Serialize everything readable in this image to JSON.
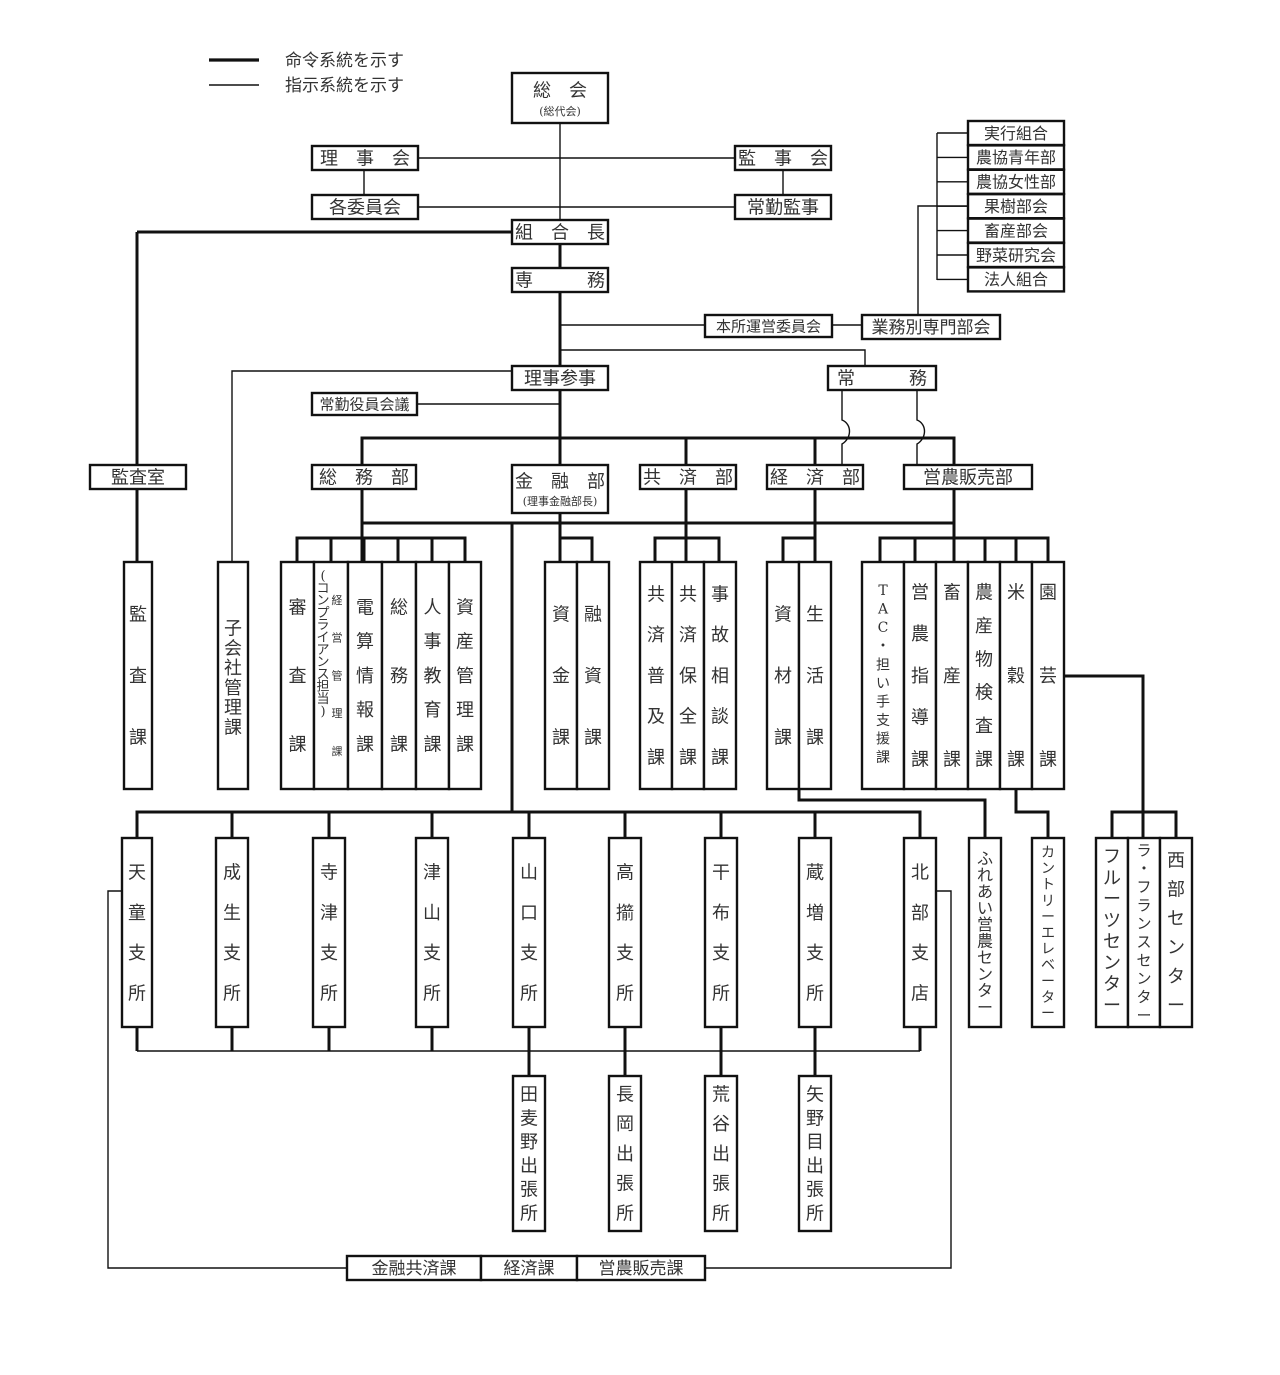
{
  "legend": {
    "command_line": "命令系統を示す",
    "instruction_line": "指示系統を示す"
  },
  "nodes": {
    "general_meeting": {
      "line1": "総　会",
      "line2": "(総代会)"
    },
    "board_of_directors": "理　事　会",
    "committees": "各委員会",
    "auditors": "監　事　会",
    "full_time_auditor": "常勤監事",
    "president": "組　合　長",
    "senior_managing": "専　　　務",
    "hq_operations_committee": "本所運営委員会",
    "business_committee": "業務別専門部会",
    "committee_members": [
      "実行組合",
      "農協青年部",
      "農協女性部",
      "果樹部会",
      "畜産部会",
      "野菜研究会",
      "法人組合"
    ],
    "director_counselor": "理事参事",
    "managing_director": "常　　　務",
    "executive_meeting": "常勤役員会議",
    "audit_office": "監査室",
    "departments": {
      "general_affairs": "総　務　部",
      "finance": "金　融　部",
      "finance_sub": "(理事金融部長)",
      "mutual_aid": "共　済　部",
      "economic": "経　済　部",
      "farming_sales": "営農販売部"
    },
    "sections": {
      "audit": "監査課",
      "subsidiary": "子会社管理課",
      "general_affairs": [
        {
          "label": "審査課"
        },
        {
          "label": "経営管理課",
          "note": "(コンプライアンス担当)"
        },
        {
          "label": "電算情報課"
        },
        {
          "label": "総務課"
        },
        {
          "label": "人事教育課"
        },
        {
          "label": "資産管理課"
        }
      ],
      "finance": [
        "資金課",
        "融資課"
      ],
      "mutual_aid": [
        "共済普及課",
        "共済保全課",
        "事故相談課"
      ],
      "economic": [
        "資材課",
        "生活課"
      ],
      "farming_sales": [
        "TAC・担い手支援課",
        "営農指導課",
        "畜産課",
        "農産物検査課",
        "米穀課",
        "園芸課"
      ]
    },
    "facilities": {
      "fureai": "ふれあい営農センター",
      "country_elevator": "カントリーエレベーター",
      "fruit_center": "フルーツセンター",
      "la_france_center": "ラ・フランスセンター",
      "west_center": "西部センター"
    },
    "branches": [
      "天童支所",
      "成生支所",
      "寺津支所",
      "津山支所",
      "山口支所",
      "高擶支所",
      "干布支所",
      "蔵増支所",
      "北部支店"
    ],
    "sub_offices": [
      "田麦野出張所",
      "長岡出張所",
      "荒谷出張所",
      "矢野目出張所"
    ],
    "branch_sections": [
      "金融共済課",
      "経済課",
      "営農販売課"
    ]
  }
}
